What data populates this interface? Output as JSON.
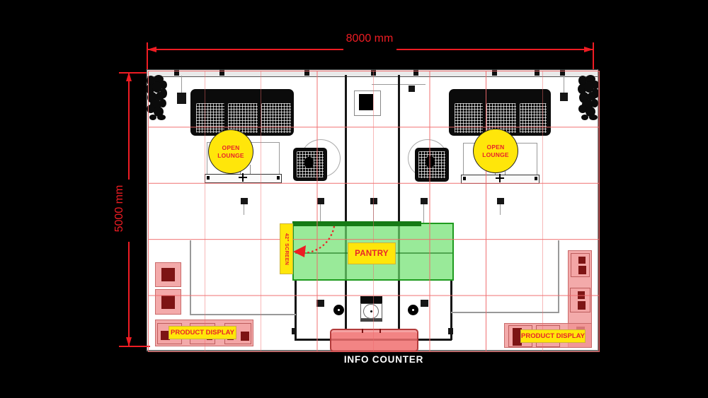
{
  "dimensions": {
    "width_label": "8000 mm",
    "height_label": "5000 mm"
  },
  "labels": {
    "open_lounge": "OPEN LOUNGE",
    "pantry": "PANTRY",
    "screen": "42\" SCREEN",
    "product_display": "PRODUCT DISPLAY",
    "info_counter": "INFO COUNTER"
  },
  "colors": {
    "background_black": "#000000",
    "floor_white": "#ffffff",
    "grid_red": "#f0696b",
    "dimension_red": "#ee1c23",
    "label_yellow": "#ffe60a",
    "label_text_red": "#e8232a",
    "pantry_green": "#6fdc6f",
    "pantry_wall_dark_green": "#157a15",
    "display_pink": "#f09292",
    "display_dark_red": "#7d1414",
    "counter_pink": "#ee7878"
  }
}
